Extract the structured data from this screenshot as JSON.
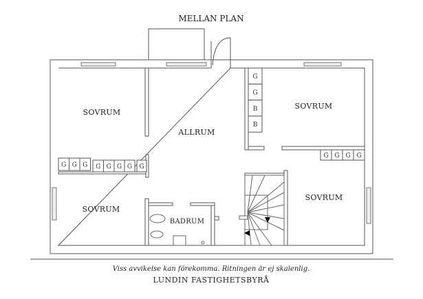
{
  "title": "MELLAN PLAN",
  "rooms": {
    "sovrum_top_left": "SOVRUM",
    "sovrum_bottom_left": "SOVRUM",
    "allrum": "ALLRUM",
    "sovrum_top_right": "SOVRUM",
    "sovrum_bottom_right": "SOVRUM",
    "badrum": "BADRUM"
  },
  "closets": {
    "left_row": [
      "G",
      "G",
      "G",
      "G",
      "G",
      "G",
      "G",
      "G"
    ],
    "right_column": [
      "G",
      "G",
      "B",
      "B"
    ],
    "right_row": [
      "G",
      "G",
      "G",
      "G"
    ]
  },
  "footer": {
    "disclaimer": "Viss avvikelse kan förekomma. Ritningen är ej skalenlig.",
    "agency": "LUNDIN FASTIGHETSBYRÅ"
  }
}
